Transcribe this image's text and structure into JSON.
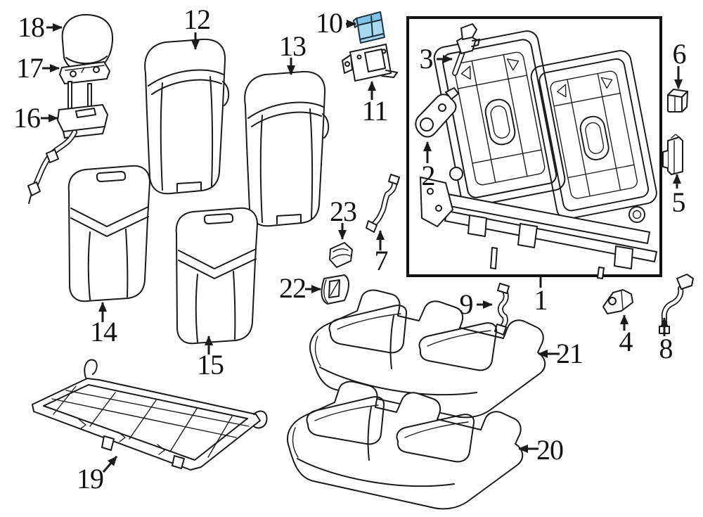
{
  "colors": {
    "line": "#1a1a1a",
    "background": "#ffffff",
    "highlight_fill": "#a9d9f0",
    "highlight_top_fill": "#7fc3e4",
    "highlight_stroke": "#1f3345"
  },
  "selection": {
    "highlighted_part": "10"
  },
  "parts": {
    "p1": {
      "label": "1"
    },
    "p2": {
      "label": "2"
    },
    "p3": {
      "label": "3"
    },
    "p4": {
      "label": "4"
    },
    "p5": {
      "label": "5"
    },
    "p6": {
      "label": "6"
    },
    "p7": {
      "label": "7"
    },
    "p8": {
      "label": "8"
    },
    "p9": {
      "label": "9"
    },
    "p10": {
      "label": "10"
    },
    "p11": {
      "label": "11"
    },
    "p12": {
      "label": "12"
    },
    "p13": {
      "label": "13"
    },
    "p14": {
      "label": "14"
    },
    "p15": {
      "label": "15"
    },
    "p16": {
      "label": "16"
    },
    "p17": {
      "label": "17"
    },
    "p18": {
      "label": "18"
    },
    "p19": {
      "label": "19"
    },
    "p20": {
      "label": "20"
    },
    "p21": {
      "label": "21"
    },
    "p22": {
      "label": "22"
    },
    "p23": {
      "label": "23"
    }
  }
}
